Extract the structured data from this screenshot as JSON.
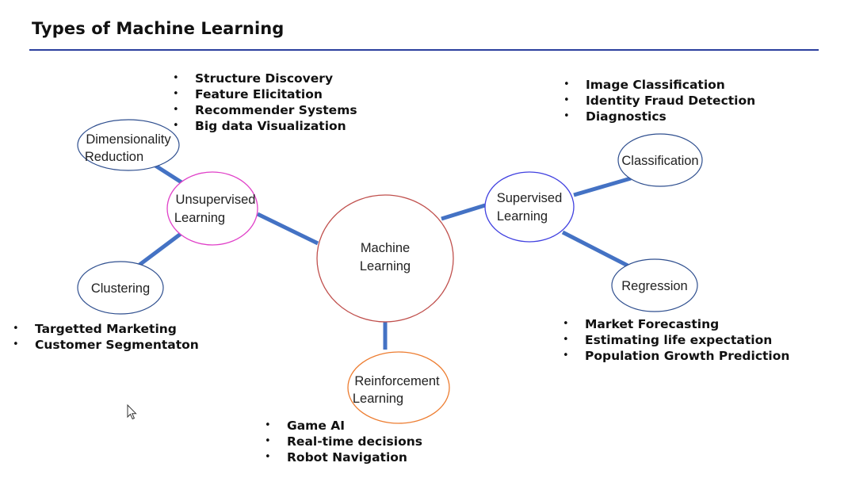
{
  "title": "Types of Machine Learning",
  "colors": {
    "title_rule": "#2b3f9e",
    "connector": "#4472c4",
    "center_node_border": "#c0504d",
    "unsupervised_border": "#e040c8",
    "supervised_border": "#4040e0",
    "reinforcement_border": "#ed7d31",
    "leaf_border": "#2f4f8f"
  },
  "nodes": {
    "center": {
      "line1": "Machine",
      "line2": "Learning"
    },
    "unsupervised": {
      "line1": "Unsupervised",
      "line2": "Learning"
    },
    "supervised": {
      "line1": "Supervised",
      "line2": "Learning"
    },
    "reinforcement": {
      "line1": "Reinforcement",
      "line2": "Learning"
    },
    "dimensionality": {
      "line1": "Dimensionality",
      "line2": "Reduction"
    },
    "clustering": {
      "line1": "Clustering"
    },
    "classification": {
      "line1": "Classification"
    },
    "regression": {
      "line1": "Regression"
    }
  },
  "bullets": {
    "dimensionality": [
      "Structure Discovery",
      "Feature Elicitation",
      "Recommender Systems",
      "Big data Visualization"
    ],
    "clustering": [
      "Targetted Marketing",
      "Customer Segmentaton"
    ],
    "classification": [
      "Image Classification",
      "Identity Fraud Detection",
      "Diagnostics"
    ],
    "regression": [
      "Market Forecasting",
      "Estimating life expectation",
      "Population Growth Prediction"
    ],
    "reinforcement": [
      "Game AI",
      "Real-time decisions",
      "Robot Navigation"
    ]
  },
  "icons": {
    "cursor": "mouse-pointer-icon"
  }
}
